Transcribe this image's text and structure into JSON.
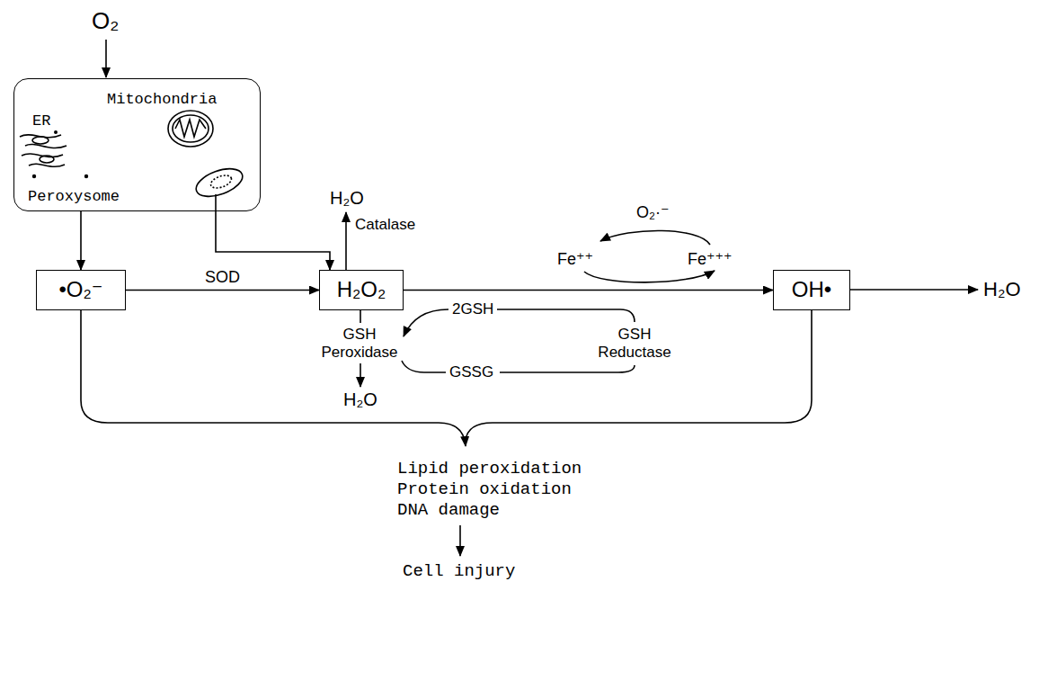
{
  "diagram": {
    "nodes": [
      {
        "text": [
          "ER",
          "Mitochondria",
          "Peroxysome"
        ]
      },
      {
        "text": [
          "•O₂⁻"
        ]
      },
      {
        "text": [
          "H₂O₂"
        ]
      },
      {
        "text": [
          "OH•"
        ]
      }
    ],
    "edges": [
      {
        "from": 0,
        "to": 1,
        "arrow": "to"
      },
      {
        "from": 0,
        "to": 2,
        "arrow": "to"
      },
      {
        "from": 1,
        "to": 2,
        "label": "SOD",
        "arrow": "to"
      },
      {
        "from": 2,
        "to": 3,
        "arrow": "to"
      }
    ],
    "labels": [
      "O₂",
      "H₂O",
      "Catalase",
      "O₂·⁻",
      "Fe⁺⁺",
      "Fe⁺⁺⁺",
      "2GSH",
      "GSH Peroxidase",
      "GSH Reductase",
      "GSSG",
      "H₂O",
      "H₂O",
      "Lipid peroxidation Protein oxidation DNA damage",
      "Cell injury"
    ]
  }
}
